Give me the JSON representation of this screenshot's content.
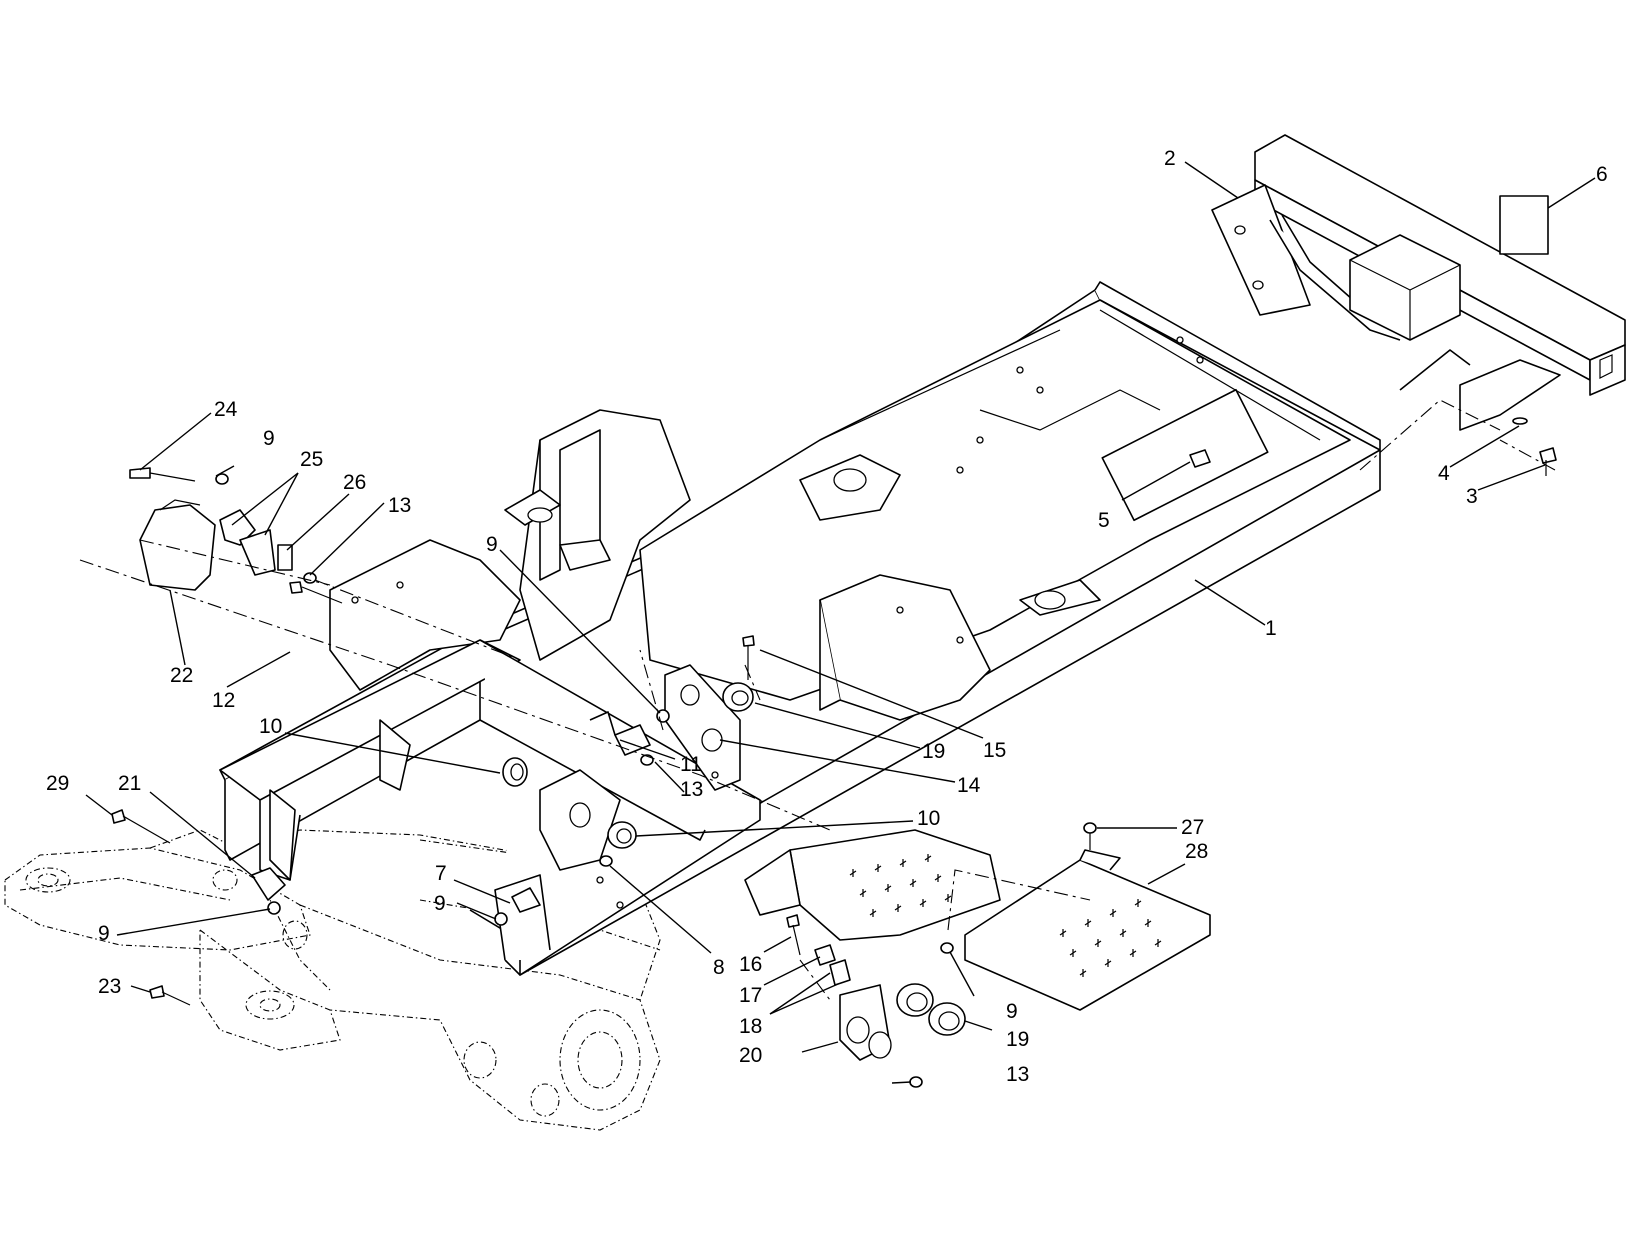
{
  "callouts": [
    {
      "label": "1"
    },
    {
      "label": "2"
    },
    {
      "label": "3"
    },
    {
      "label": "4"
    },
    {
      "label": "5"
    },
    {
      "label": "6"
    },
    {
      "label": "7"
    },
    {
      "label": "8"
    },
    {
      "label": "9"
    },
    {
      "label": "9"
    },
    {
      "label": "9"
    },
    {
      "label": "9"
    },
    {
      "label": "9"
    },
    {
      "label": "10"
    },
    {
      "label": "10"
    },
    {
      "label": "11"
    },
    {
      "label": "12"
    },
    {
      "label": "13"
    },
    {
      "label": "13"
    },
    {
      "label": "13"
    },
    {
      "label": "14"
    },
    {
      "label": "15"
    },
    {
      "label": "16"
    },
    {
      "label": "17"
    },
    {
      "label": "18"
    },
    {
      "label": "19"
    },
    {
      "label": "19"
    },
    {
      "label": "20"
    },
    {
      "label": "21"
    },
    {
      "label": "22"
    },
    {
      "label": "23"
    },
    {
      "label": "24"
    },
    {
      "label": "25"
    },
    {
      "label": "26"
    },
    {
      "label": "27"
    },
    {
      "label": "28"
    },
    {
      "label": "29"
    }
  ]
}
